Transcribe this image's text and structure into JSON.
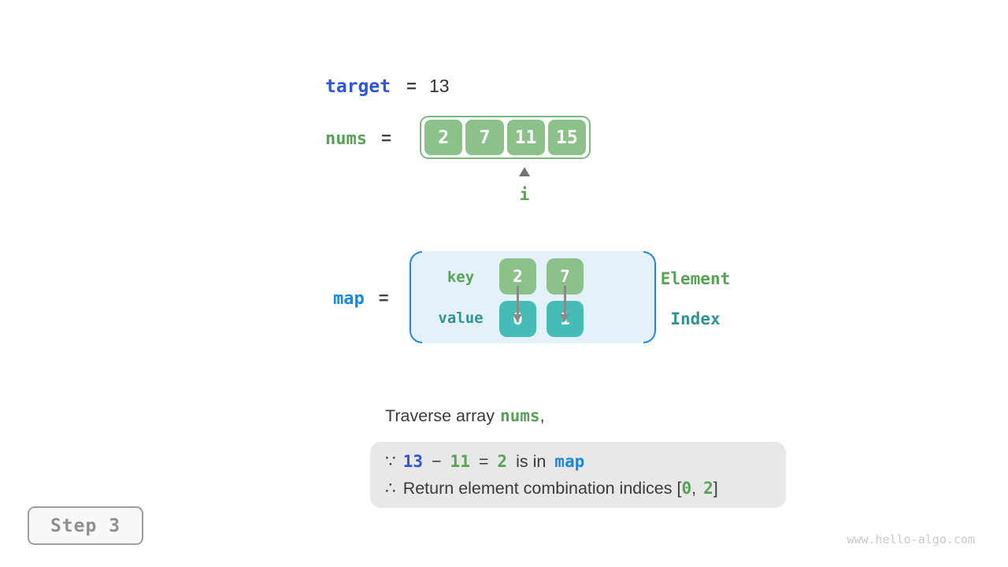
{
  "colors": {
    "green_box": "#8cc28a",
    "green_border": "#7eb97c",
    "teal_box": "#45bcb5",
    "green_text": "#56a356",
    "teal_text": "#2f9493",
    "indigo_blue_text": "#2e56d6",
    "sky_blue_text": "#168adf",
    "bracket_blue": "#1e88e5",
    "map_background": "#e4f1f9",
    "conclusion_background": "#e8e8e8",
    "arrow_gray": "#8a8a8a",
    "step_gray": "#8f8f8f"
  },
  "target": {
    "label": "target",
    "equals": "=",
    "value": "13"
  },
  "nums": {
    "label": "nums",
    "equals": "=",
    "values": [
      "2",
      "7",
      "11",
      "15"
    ],
    "pointer": "i"
  },
  "map": {
    "label": "map",
    "equals": "=",
    "key_label": "key",
    "value_label": "value",
    "keys": [
      "2",
      "7"
    ],
    "values": [
      "0",
      "1"
    ],
    "element_label": "Element",
    "index_label": "Index"
  },
  "caption": {
    "prefix": "Traverse array",
    "code": "nums",
    "suffix": ","
  },
  "conclusion": {
    "line1": {
      "because": "∵",
      "minuend": "13",
      "minus": "−",
      "subtrahend": "11",
      "equals": "=",
      "difference": "2",
      "text": "is in",
      "code": "map"
    },
    "line2": {
      "therefore": "∴",
      "text": "Return element combination indices",
      "bracket_open": "[",
      "index1": "0",
      "comma": ",",
      "index2": "2",
      "bracket_close": "]"
    }
  },
  "step": {
    "label": "Step 3"
  },
  "watermark": "www.hello-algo.com"
}
